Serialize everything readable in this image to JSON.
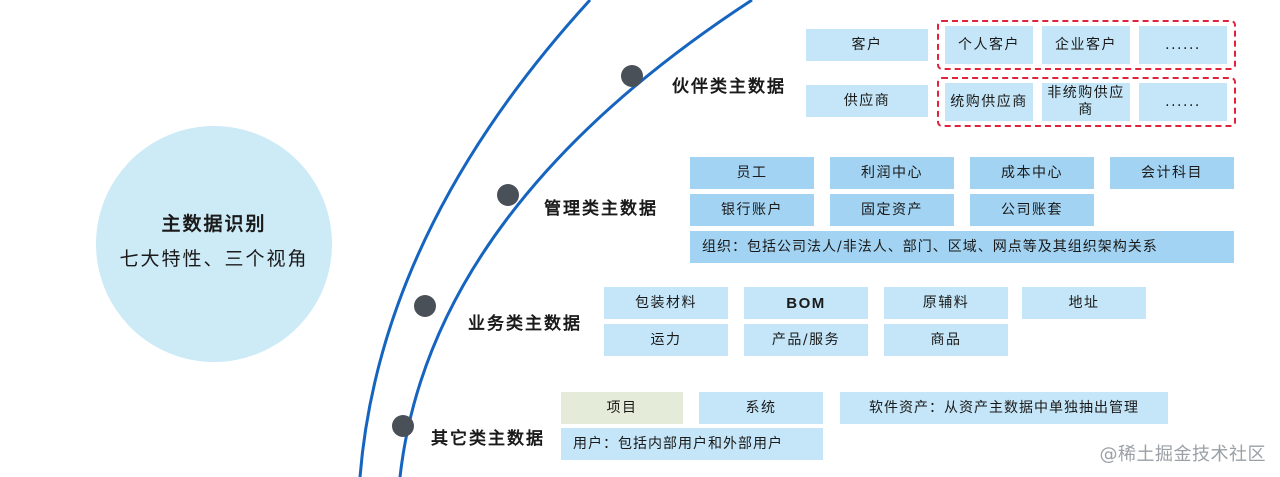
{
  "hub": {
    "title": "主数据识别",
    "subtitle": "七大特性、三个视角"
  },
  "categories": [
    {
      "label": "伙伴类主数据",
      "rows": [
        {
          "main": "客户",
          "sub": [
            "个人客户",
            "企业客户",
            "......"
          ]
        },
        {
          "main": "供应商",
          "sub": [
            "统购供应商",
            "非统购供应商",
            "......"
          ]
        }
      ]
    },
    {
      "label": "管理类主数据",
      "items_row1": [
        "员工",
        "利润中心",
        "成本中心",
        "会计科目"
      ],
      "items_row2": [
        "银行账户",
        "固定资产",
        "公司账套"
      ],
      "note": "组织：包括公司法人/非法人、部门、区域、网点等及其组织架构关系"
    },
    {
      "label": "业务类主数据",
      "items_row1": [
        "包装材料",
        "BOM",
        "原辅料",
        "地址"
      ],
      "items_row2": [
        "运力",
        "产品/服务",
        "商品"
      ]
    },
    {
      "label": "其它类主数据",
      "items_row1": [
        "项目",
        "系统",
        "软件资产：从资产主数据中单独抽出管理"
      ],
      "note": "用户：包括内部用户和外部用户"
    }
  ],
  "watermark": "@稀土掘金技术社区",
  "colors": {
    "curve": "#1565c0",
    "node": "#4a5058",
    "hub": "#cdeaf7",
    "box_light": "#c4e6f8",
    "box_mid": "#a2d3f2",
    "box_green": "#e4ecd9",
    "dash": "#e0233a"
  }
}
